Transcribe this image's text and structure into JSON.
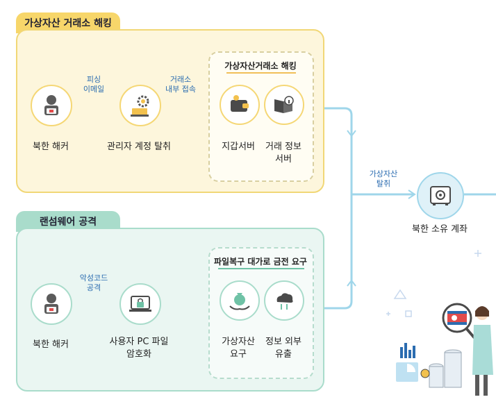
{
  "hacking": {
    "title": "가상자산 거래소 해킹",
    "hacker_label": "북한 해커",
    "arrow1_label_line1": "피싱",
    "arrow1_label_line2": "이메일",
    "admin_label": "관리자 계정 탈취",
    "arrow2_label_line1": "거래소",
    "arrow2_label_line2": "내부 접속",
    "box_title": "가상자산거래소 해킹",
    "wallet_label": "지갑서버",
    "trade_label_line1": "거래 정보",
    "trade_label_line2": "서버"
  },
  "ransomware": {
    "title": "랜섬웨어 공격",
    "hacker_label": "북한 해커",
    "arrow1_label_line1": "악성코드",
    "arrow1_label_line2": "공격",
    "pc_label_line1": "사용자 PC 파일",
    "pc_label_line2": "암호화",
    "box_title": "파일복구 대가로 금전 요구",
    "crypto_label_line1": "가상자산",
    "crypto_label_line2": "요구",
    "leak_label_line1": "정보 외부",
    "leak_label_line2": "유출"
  },
  "destination": {
    "arrow_label_line1": "가상자산",
    "arrow_label_line2": "탈취",
    "account_label": "북한 소유 계좌"
  },
  "colors": {
    "yellow_panel": "#fdf6dc",
    "green_panel": "#eaf6f2",
    "arrow": "#9fd6ea",
    "accent_blue": "#2b6cb0"
  }
}
